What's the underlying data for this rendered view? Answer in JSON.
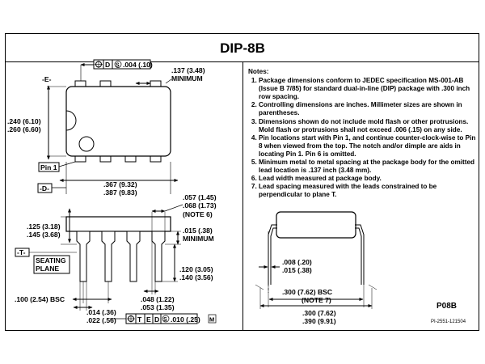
{
  "title": "DIP-8B",
  "notes": {
    "heading": "Notes:",
    "items": [
      "Package dimensions conform to JEDEC specification MS-001-AB (Issue B 7/85) for standard dual-in-line (DIP) package with .300 inch row spacing.",
      "Controlling dimensions are inches. Millimeter sizes are shown in parentheses.",
      "Dimensions shown do not include mold flash or other protrusions. Mold flash or protrusions shall not exceed .006 (.15) on any side.",
      "Pin locations start with Pin 1, and continue counter-clock-wise to Pin 8 when viewed from the top. The notch and/or dimple are aids in locating Pin 1. Pin 6 is omitted.",
      "Minimum metal to metal spacing at the package body for the omitted lead location is .137 inch (3.48 mm).",
      "Lead width measured at package body.",
      "Lead spacing measured with the leads constrained to be perpendicular to plane T."
    ]
  },
  "package_code": "P08B",
  "document_number": "PI-2551-121504",
  "labels": {
    "datum_e": "-E-",
    "datum_d": "-D-",
    "datum_t": "-T-",
    "pin1": "Pin 1",
    "seating_1": "SEATING",
    "seating_2": "PLANE"
  },
  "dims": {
    "fcf_top_a": "D",
    "fcf_top_b": "S",
    "fcf_top_val": ".004 (.10)",
    "spacing_137": ".137 (3.48)",
    "minimum": "MINIMUM",
    "w240": ".240 (6.10)",
    "w260": ".260 (6.60)",
    "l367": ".367 (9.32)",
    "l387": ".387 (9.83)",
    "d057": ".057 (1.45)",
    "d068": ".068 (1.73)",
    "note6": "(NOTE 6)",
    "d015": ".015 (.38)",
    "minimum2": "MINIMUM",
    "h125": ".125 (3.18)",
    "h145": ".145 (3.68)",
    "h120": ".120 (3.05)",
    "h140": ".140 (3.56)",
    "bsc100": ".100 (2.54) BSC",
    "d014": ".014 (.36)",
    "d022": ".022 (.56)",
    "d048": ".048 (1.22)",
    "d053": ".053 (1.35)",
    "fcf_bot_t": "T",
    "fcf_bot_e": "E",
    "fcf_bot_d": "D",
    "fcf_bot_s": "S",
    "fcf_bot_val": ".010 (.25)",
    "fcf_bot_m": "M",
    "d008": ".008 (.20)",
    "d015b": ".015 (.38)",
    "bsc300": ".300 (7.62) BSC",
    "note7": "(NOTE 7)",
    "d300": ".300 (7.62)",
    "d390": ".390 (9.91)"
  }
}
